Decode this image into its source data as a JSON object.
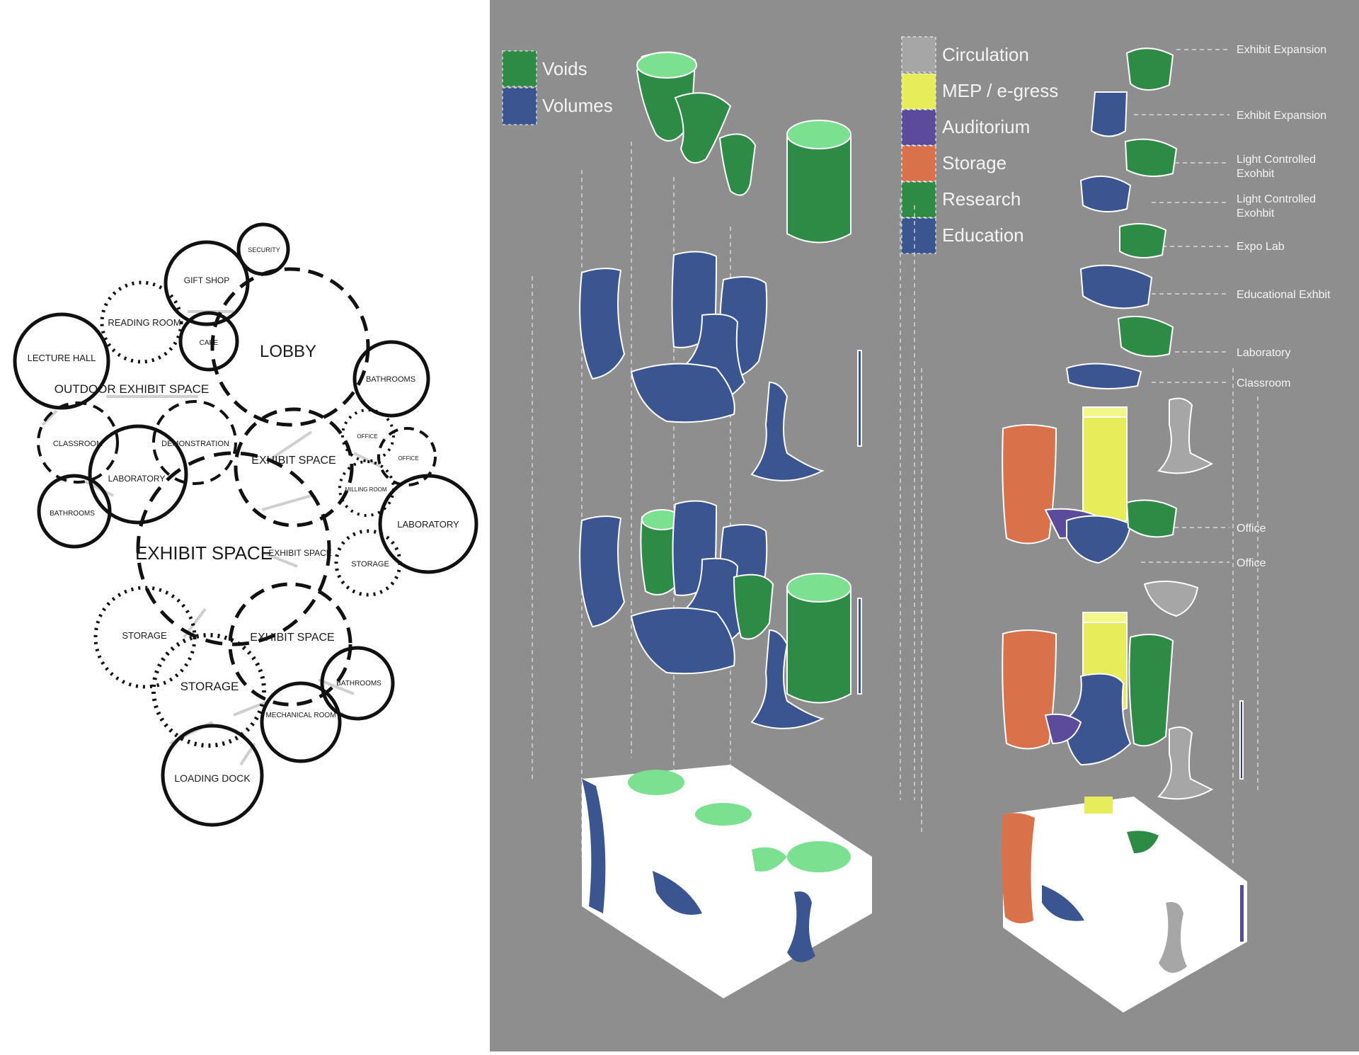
{
  "colors": {
    "background_right": "#8e8e8e",
    "voids": "#2e8b45",
    "volumes": "#3a5590",
    "circulation": "#a6a6a6",
    "mep": "#e6ec5a",
    "auditorium": "#5b4b9a",
    "storage": "#d9714a",
    "research": "#2e8b45",
    "education": "#3a5590",
    "mint": "#7be08f",
    "lemon": "#f1f78a"
  },
  "bubble_diagram": {
    "rooms": [
      {
        "id": "security",
        "label": "SECURITY",
        "style": "solid",
        "size": "small"
      },
      {
        "id": "gift-shop",
        "label": "GIFT SHOP",
        "style": "solid",
        "size": "small"
      },
      {
        "id": "reading-room",
        "label": "READING ROOM",
        "style": "dotted",
        "size": "small"
      },
      {
        "id": "cafe",
        "label": "CAFE",
        "style": "solid",
        "size": "small"
      },
      {
        "id": "lobby",
        "label": "LOBBY",
        "style": "dashed",
        "size": "large"
      },
      {
        "id": "lecture-hall",
        "label": "LECTURE HALL",
        "style": "solid",
        "size": "medium"
      },
      {
        "id": "outdoor-exhibit",
        "label": "OUTDOOR EXHIBIT SPACE",
        "style": "none",
        "size": "medium"
      },
      {
        "id": "bathrooms-1",
        "label": "BATHROOMS",
        "style": "solid",
        "size": "small"
      },
      {
        "id": "classroom",
        "label": "CLASSROOM",
        "style": "dashed",
        "size": "small"
      },
      {
        "id": "demonstration",
        "label": "DEMONSTRATION",
        "style": "dashed",
        "size": "small"
      },
      {
        "id": "exhibit-space-1",
        "label": "EXHIBIT SPACE",
        "style": "dashed",
        "size": "medium"
      },
      {
        "id": "office-1",
        "label": "OFFICE",
        "style": "dotted",
        "size": "tiny"
      },
      {
        "id": "office-2",
        "label": "OFFICE",
        "style": "dashed",
        "size": "tiny"
      },
      {
        "id": "milling-room",
        "label": "MILLING ROOM",
        "style": "dotted",
        "size": "tiny"
      },
      {
        "id": "laboratory-1",
        "label": "LABORATORY",
        "style": "solid",
        "size": "small"
      },
      {
        "id": "bathrooms-2",
        "label": "BATHROOMS",
        "style": "solid",
        "size": "small"
      },
      {
        "id": "laboratory-2",
        "label": "LABORATORY",
        "style": "solid",
        "size": "small"
      },
      {
        "id": "exhibit-space-main",
        "label": "EXHIBIT SPACE",
        "style": "dashed",
        "size": "xlarge"
      },
      {
        "id": "exhibit-space-2",
        "label": "EXHIBIT SPACE",
        "style": "none",
        "size": "small"
      },
      {
        "id": "storage-1",
        "label": "STORAGE",
        "style": "dotted",
        "size": "small"
      },
      {
        "id": "storage-2",
        "label": "STORAGE",
        "style": "dotted",
        "size": "small"
      },
      {
        "id": "exhibit-space-3",
        "label": "EXHIBIT SPACE",
        "style": "dashed",
        "size": "medium"
      },
      {
        "id": "storage-3",
        "label": "STORAGE",
        "style": "dotted",
        "size": "medium"
      },
      {
        "id": "bathrooms-3",
        "label": "BATHROOMS",
        "style": "solid",
        "size": "small"
      },
      {
        "id": "mechanical-room",
        "label": "MECHANICAL ROOM",
        "style": "solid",
        "size": "small"
      },
      {
        "id": "loading-dock",
        "label": "LOADING DOCK",
        "style": "solid",
        "size": "medium"
      }
    ]
  },
  "legend_top": {
    "items": [
      {
        "label": "Voids",
        "color": "#2e8b45"
      },
      {
        "label": "Volumes",
        "color": "#3a5590"
      }
    ]
  },
  "legend_program": {
    "items": [
      {
        "label": "Circulation",
        "color": "#a6a6a6"
      },
      {
        "label": "MEP / e-gress",
        "color": "#e6ec5a"
      },
      {
        "label": "Auditorium",
        "color": "#5b4b9a"
      },
      {
        "label": "Storage",
        "color": "#d9714a"
      },
      {
        "label": "Research",
        "color": "#2e8b45"
      },
      {
        "label": "Education",
        "color": "#3a5590"
      }
    ]
  },
  "callouts": [
    {
      "label": "Exhibit Expansion"
    },
    {
      "label": "Exhibit Expansion"
    },
    {
      "label": "Light Controlled",
      "label2": "Exohbit"
    },
    {
      "label": "Light Controlled",
      "label2": "Exohbit"
    },
    {
      "label": "Expo Lab"
    },
    {
      "label": "Educational Exhbit"
    },
    {
      "label": "Laboratory"
    },
    {
      "label": "Classroom"
    },
    {
      "label": "Office"
    },
    {
      "label": "Office"
    }
  ]
}
